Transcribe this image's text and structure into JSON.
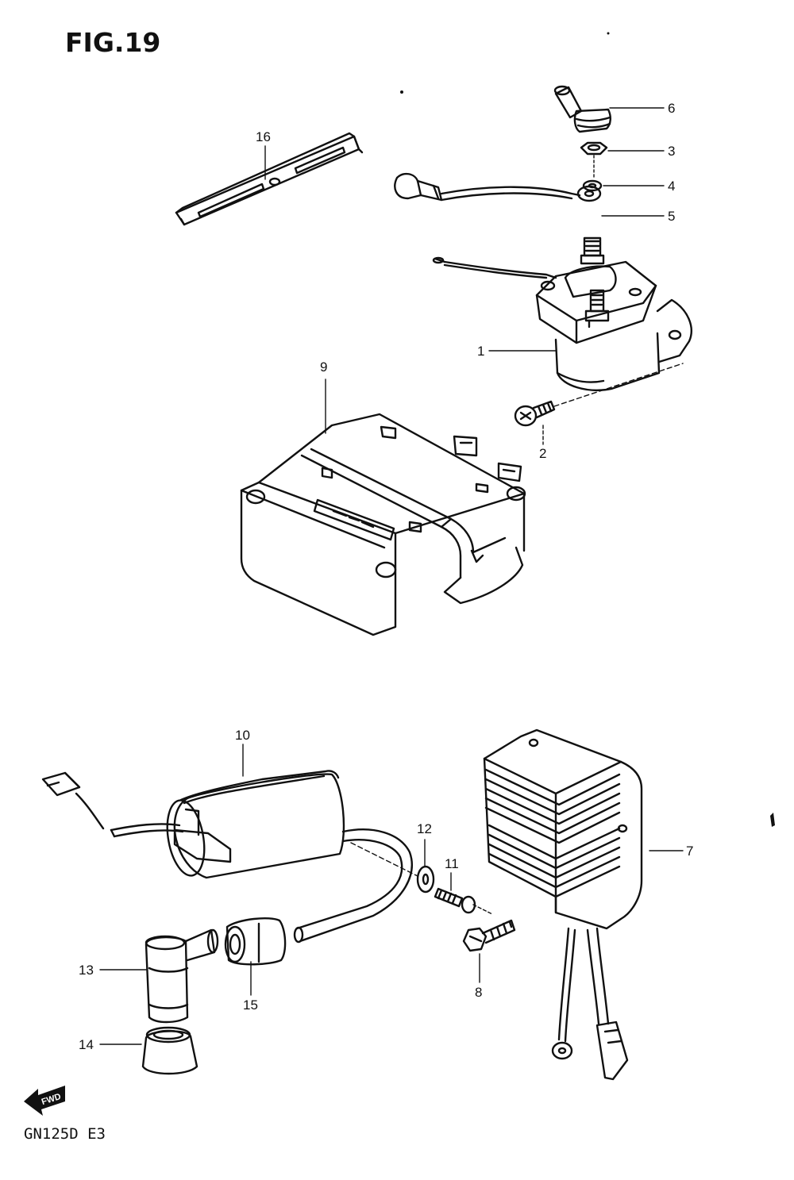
{
  "figure": {
    "title": "FIG.19",
    "model_code": "GN125D E3"
  },
  "fwd_arrow": {
    "label": "FWD"
  },
  "callouts": [
    {
      "id": "1",
      "label": "1"
    },
    {
      "id": "2",
      "label": "2"
    },
    {
      "id": "3",
      "label": "3"
    },
    {
      "id": "4",
      "label": "4"
    },
    {
      "id": "5",
      "label": "5"
    },
    {
      "id": "6",
      "label": "6"
    },
    {
      "id": "7",
      "label": "7"
    },
    {
      "id": "8",
      "label": "8"
    },
    {
      "id": "9",
      "label": "9"
    },
    {
      "id": "10",
      "label": "10"
    },
    {
      "id": "11",
      "label": "11"
    },
    {
      "id": "12",
      "label": "12"
    },
    {
      "id": "13",
      "label": "13"
    },
    {
      "id": "14",
      "label": "14"
    },
    {
      "id": "15",
      "label": "15"
    },
    {
      "id": "16",
      "label": "16"
    }
  ]
}
